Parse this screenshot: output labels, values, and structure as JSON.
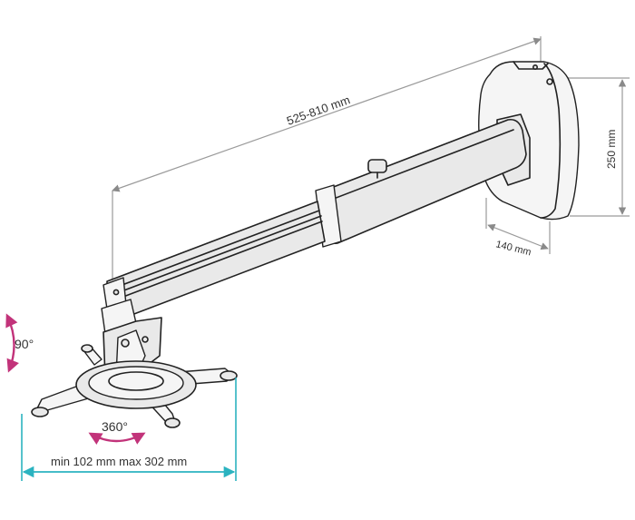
{
  "dimensions": {
    "arm_length": "525-810 mm",
    "plate_height": "250 mm",
    "plate_depth": "140 mm",
    "mount_width": "min 102 mm max 302 mm"
  },
  "rotations": {
    "tilt": "90°",
    "swivel": "360°"
  },
  "colors": {
    "dimension_line": "#9a9a9a",
    "width_arrow": "#2bb3c0",
    "rotation_arrow": "#c2337a",
    "outline": "#222222"
  }
}
